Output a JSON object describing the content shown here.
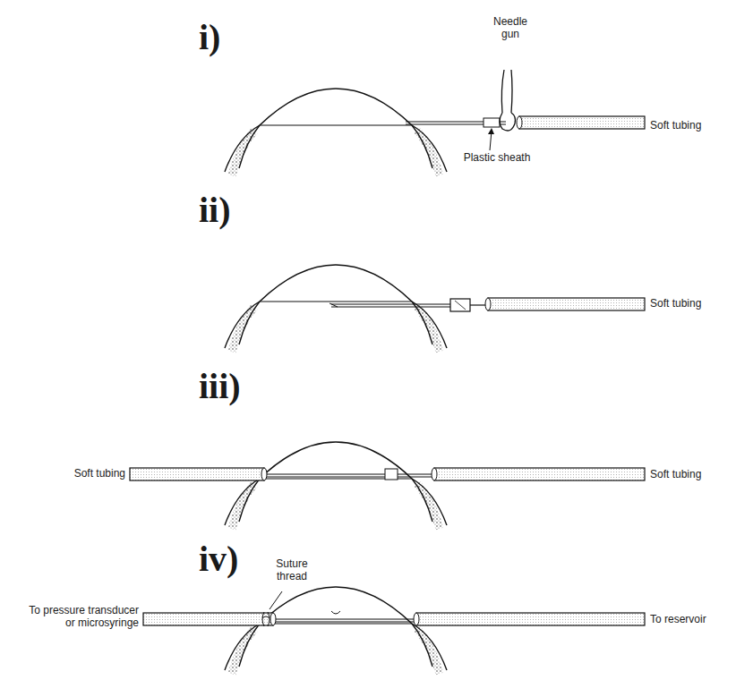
{
  "diagram": {
    "labels": [
      "i)",
      "Needle gun",
      "Plastic sheath",
      "Soft tubing",
      "ii)",
      "Soft tubing",
      "iii)",
      "Soft tubing",
      "Soft tubing",
      "iv)",
      "Suture thread",
      "To pressure transducer or microsyringe",
      "To reservoir"
    ]
  }
}
